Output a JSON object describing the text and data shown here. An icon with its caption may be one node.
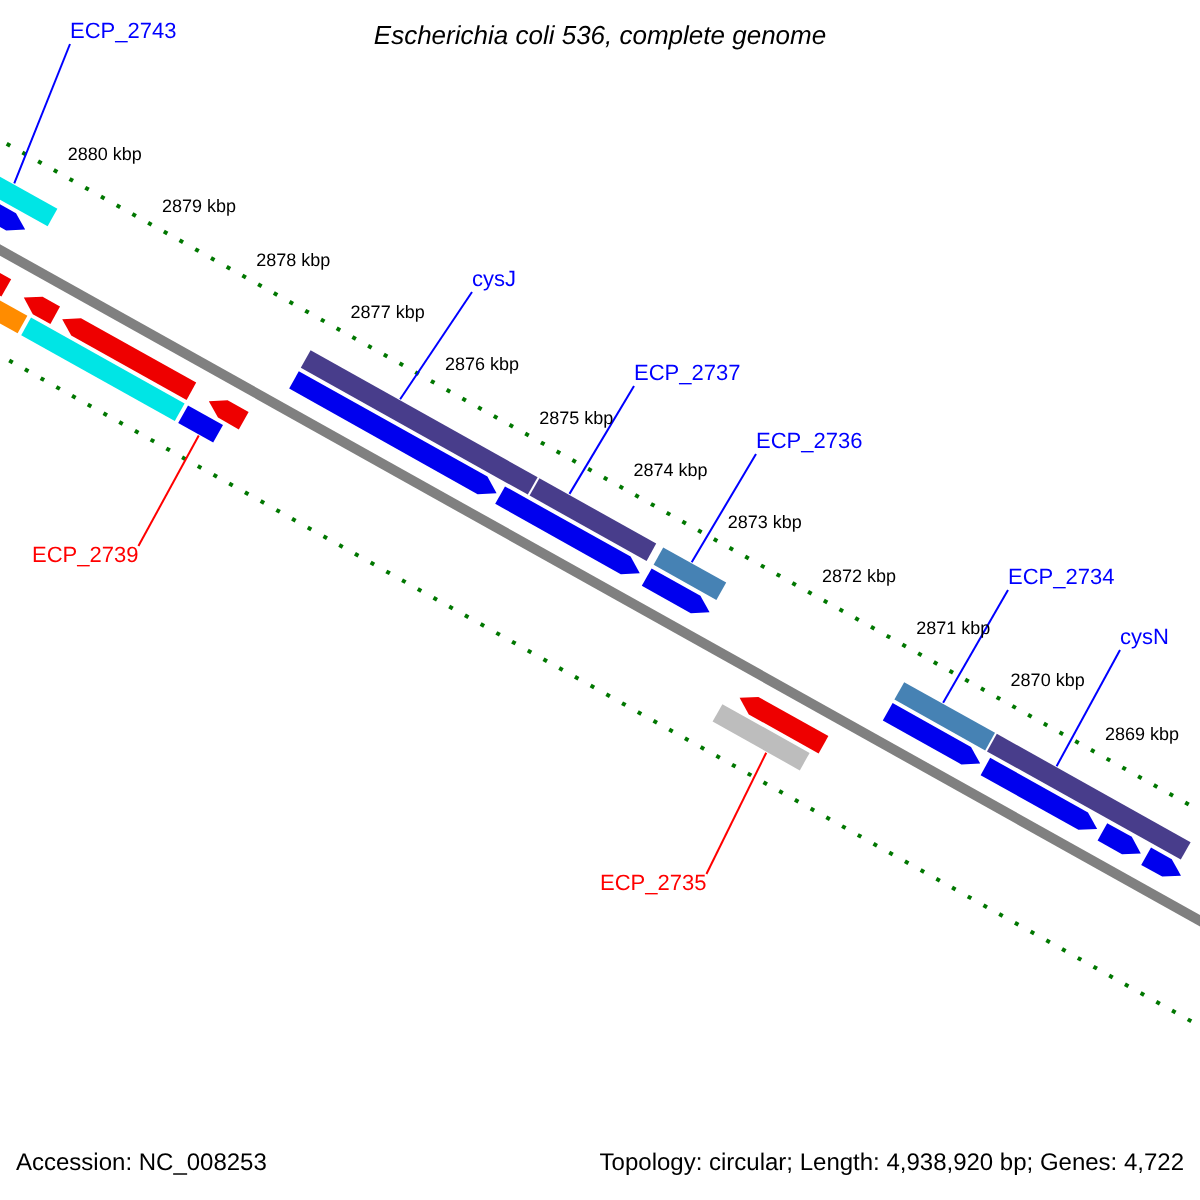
{
  "diagram": {
    "title": "Escherichia coli 536, complete genome",
    "nodes": [
      {
        "text": [
          "ECP_2743"
        ]
      },
      {
        "text": [],
        "shape": "bar"
      },
      {
        "text": [
          "ECP_2739"
        ]
      },
      {
        "text": [],
        "shape": "bar"
      },
      {
        "text": [
          "cysJ"
        ]
      },
      {
        "text": [],
        "shape": "bar"
      },
      {
        "text": [
          "ECP_2737"
        ]
      },
      {
        "text": [],
        "shape": "bar"
      },
      {
        "text": [
          "ECP_2736"
        ]
      },
      {
        "text": [],
        "shape": "bar"
      },
      {
        "text": [
          "ECP_2734"
        ]
      },
      {
        "text": [],
        "shape": "bar"
      },
      {
        "text": [
          "cysN"
        ]
      },
      {
        "text": [],
        "shape": "bar"
      },
      {
        "text": [
          "ECP_2735"
        ]
      },
      {
        "text": [],
        "shape": "bar"
      },
      {
        "text": [],
        "shape": "bar"
      },
      {
        "text": [],
        "shape": "bar"
      },
      {
        "text": [],
        "shape": "bar"
      },
      {
        "text": [],
        "shape": "bar"
      },
      {
        "text": [],
        "shape": "bar"
      },
      {
        "text": [],
        "shape": "bar"
      },
      {
        "text": [],
        "shape": "bar"
      },
      {
        "text": [],
        "shape": "bar"
      },
      {
        "text": [],
        "shape": "bar"
      },
      {
        "text": [],
        "shape": "bar"
      },
      {
        "text": [],
        "shape": "bar"
      },
      {
        "text": [],
        "shape": "bar"
      },
      {
        "text": [],
        "shape": "bar"
      },
      {
        "text": [],
        "shape": "bar"
      },
      {
        "text": [],
        "shape": "bar"
      }
    ],
    "edges": [
      {
        "from": 0,
        "to": 1,
        "arrow": "none"
      },
      {
        "from": 2,
        "to": 3,
        "arrow": "none",
        "color": "#ff0000"
      },
      {
        "from": 4,
        "to": 5,
        "arrow": "none"
      },
      {
        "from": 6,
        "to": 7,
        "arrow": "none"
      },
      {
        "from": 8,
        "to": 9,
        "arrow": "none"
      },
      {
        "from": 10,
        "to": 11,
        "arrow": "none"
      },
      {
        "from": 12,
        "to": 13,
        "arrow": "none"
      },
      {
        "from": 14,
        "to": 15,
        "arrow": "none",
        "color": "#ff0000"
      }
    ],
    "labels": [
      "2880 kbp",
      "2879 kbp",
      "2878 kbp",
      "2877 kbp",
      "2876 kbp",
      "2875 kbp",
      "2874 kbp",
      "2873 kbp",
      "2872 kbp",
      "2871 kbp",
      "2870 kbp",
      "2869 kbp",
      "Accession: NC_008253",
      "Topology: circular; Length: 4,938,920 bp; Genes: 4,722"
    ]
  }
}
